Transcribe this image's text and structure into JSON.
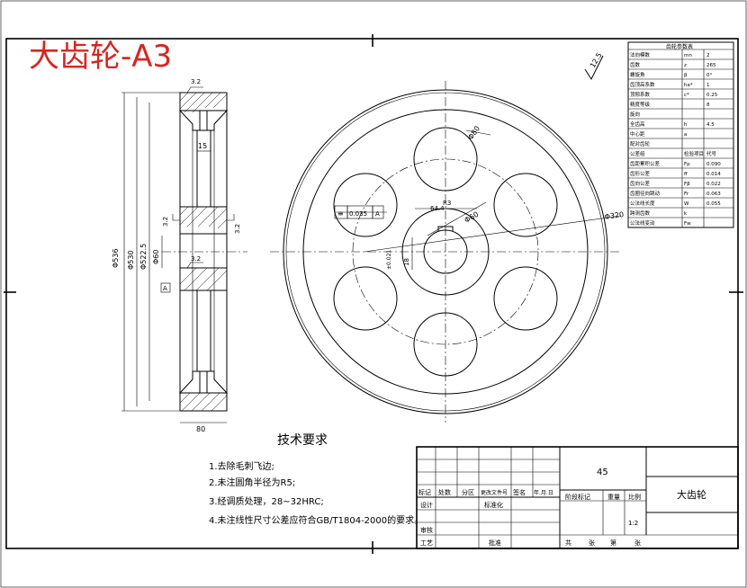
{
  "title_stamp": "大齿轮-A3",
  "tech_requirements": {
    "heading": "技术要求",
    "items": [
      "1.去除毛刺飞边;",
      "2.未注圆角半径为R5;",
      "3.经调质处理，28~32HRC;",
      "4.未注线性尺寸公差应符合GB/T1804-2000的要求。"
    ]
  },
  "roughness_general": "12.5",
  "side_view_dims": {
    "rough_top": "3.2",
    "rough_mid_left": "3.2",
    "rough_mid_right": "3.2",
    "rough_lower": "3.2",
    "web_width": "15",
    "face_width": "80",
    "d_outer": "Φ536",
    "d_pitch": "Φ530",
    "d_root": "Φ522.5",
    "d_bore": "Φ60",
    "datum": "A"
  },
  "front_view_dims": {
    "hole_dia": "Φ80",
    "hole_pcd": "Φ320",
    "hub_dia": "Φ60",
    "keyway_depth": "64.4",
    "keyway_width": "18",
    "keyway_tol": "±0.021",
    "r_label": "R3",
    "tolerance_frame": [
      "≡",
      "0.035",
      "A"
    ]
  },
  "gear_params": {
    "heading": "齿轮参数表",
    "rows": [
      [
        "法向模数",
        "mn",
        "2"
      ],
      [
        "齿数",
        "z",
        "265"
      ],
      [
        "螺旋角",
        "β",
        "0°"
      ],
      [
        "齿顶高系数",
        "ha*",
        "1"
      ],
      [
        "顶隙系数",
        "c*",
        "0.25"
      ],
      [
        "精度等级",
        "",
        "8"
      ],
      [
        "旋向",
        "",
        ""
      ],
      [
        "全齿高",
        "h",
        "4.5"
      ],
      [
        "中心距",
        "a",
        ""
      ],
      [
        "配对齿轮",
        "",
        ""
      ],
      [
        "公差组",
        "检验项目",
        "代号"
      ],
      [
        "齿距累积公差",
        "Fp",
        "0.090"
      ],
      [
        "齿形公差",
        "ff",
        "0.014"
      ],
      [
        "齿向公差",
        "Fβ",
        "0.022"
      ],
      [
        "齿圈径向跳动",
        "Fr",
        "0.063"
      ],
      [
        "公法线长度",
        "W",
        "0.055"
      ],
      [
        "跨测齿数",
        "k",
        ""
      ],
      [
        "公法线变动",
        "Fw",
        ""
      ]
    ]
  },
  "title_block": {
    "material": "45",
    "part_name": "大齿轮",
    "scale": "1:2",
    "headers": [
      "标记",
      "处数",
      "分区",
      "更改文件号",
      "签名",
      "年.月.日"
    ],
    "row_labels": [
      "设计",
      "审核",
      "工艺"
    ],
    "mid_labels": [
      "标准化",
      "批准"
    ],
    "stage_labels": [
      "阶段标记",
      "重量",
      "比例"
    ],
    "footer": [
      "共",
      "张",
      "第",
      "张"
    ]
  }
}
